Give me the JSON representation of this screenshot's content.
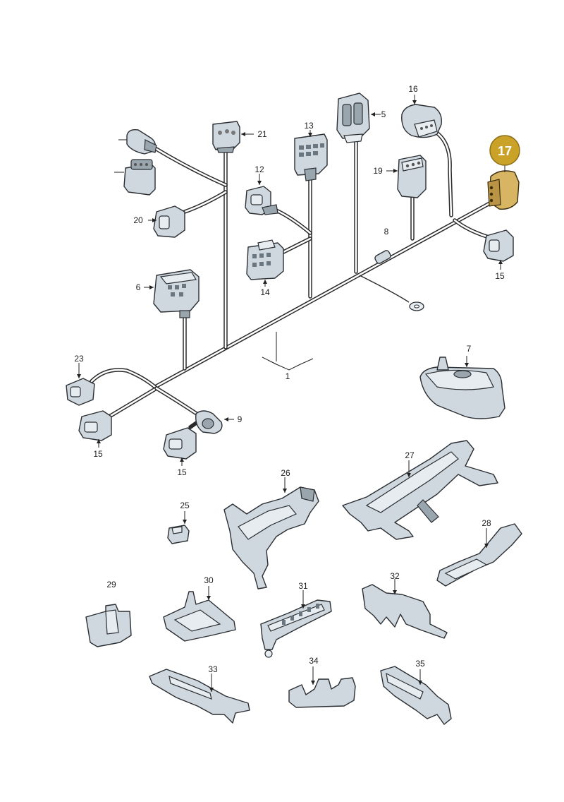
{
  "diagram": {
    "highlight_color": "#c9a227",
    "highlighted_part": "17",
    "labels": {
      "p1": "1",
      "p5": "5",
      "p6": "6",
      "p7": "7",
      "p8": "8",
      "p9": "9",
      "p12": "12",
      "p13": "13",
      "p14": "14",
      "p15a": "15",
      "p15b": "15",
      "p15c": "15",
      "p16": "16",
      "p17": "17",
      "p19": "19",
      "p20": "20",
      "p21": "21",
      "p23": "23",
      "p25": "25",
      "p26": "26",
      "p27": "27",
      "p28": "28",
      "p29": "29",
      "p30": "30",
      "p31": "31",
      "p32": "32",
      "p33": "33",
      "p34": "34",
      "p35": "35"
    }
  }
}
